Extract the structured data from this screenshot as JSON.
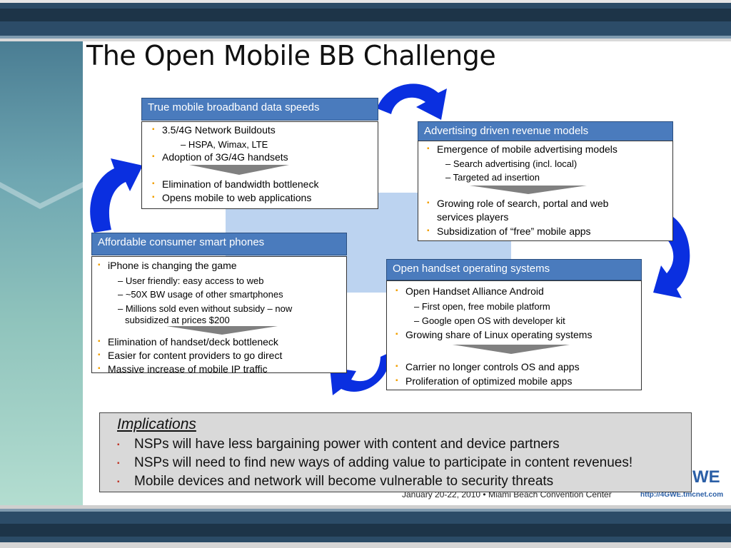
{
  "title": "The Open Mobile BB Challenge",
  "boxes": {
    "speeds": {
      "header": "True mobile broadband data speeds",
      "items": [
        "3.5/4G Network Buildouts",
        "– HSPA, Wimax, LTE",
        "Adoption of 3G/4G handsets",
        "Elimination of bandwidth bottleneck",
        "Opens mobile to web applications"
      ]
    },
    "advertising": {
      "header": "Advertising driven revenue models",
      "items": [
        "Emergence of mobile advertising models",
        "– Search advertising (incl. local)",
        "– Targeted ad insertion",
        "Growing role of search, portal and web",
        "services players",
        "Subsidization of “free” mobile apps"
      ]
    },
    "phones": {
      "header": "Affordable consumer smart phones",
      "items": [
        "iPhone is changing the game",
        "– User friendly: easy access to web",
        "– ~50X BW usage of other smartphones",
        "– Millions sold even without subsidy – now",
        "subsidized at prices $200",
        "Elimination of handset/deck bottleneck",
        "Easier for content providers to go direct",
        "Massive increase of mobile IP traffic"
      ]
    },
    "os": {
      "header": "Open handset operating systems",
      "items": [
        "Open Handset Alliance Android",
        "– First open, free mobile platform",
        "– Google open OS with developer kit",
        "Growing share of Linux operating systems",
        "Carrier no longer controls OS and apps",
        "Proliferation of optimized mobile apps"
      ]
    }
  },
  "implications": {
    "title": "Implications",
    "items": [
      "NSPs will have less bargaining power with content and device partners",
      "NSPs will need to find new ways of adding value to participate in content revenues!",
      "Mobile devices and network will become vulnerable to security threats"
    ]
  },
  "footer": {
    "event": "January 20-22, 2010  •  Miami Beach Convention Center",
    "url": "http://4GWE.tmcnet.com",
    "logo": "WE"
  },
  "colors": {
    "header_blue": "#4a7bbd",
    "arrow_blue": "#0a2fe0",
    "bullet_orange": "#f2a000",
    "bullet_red": "#c0392b"
  }
}
